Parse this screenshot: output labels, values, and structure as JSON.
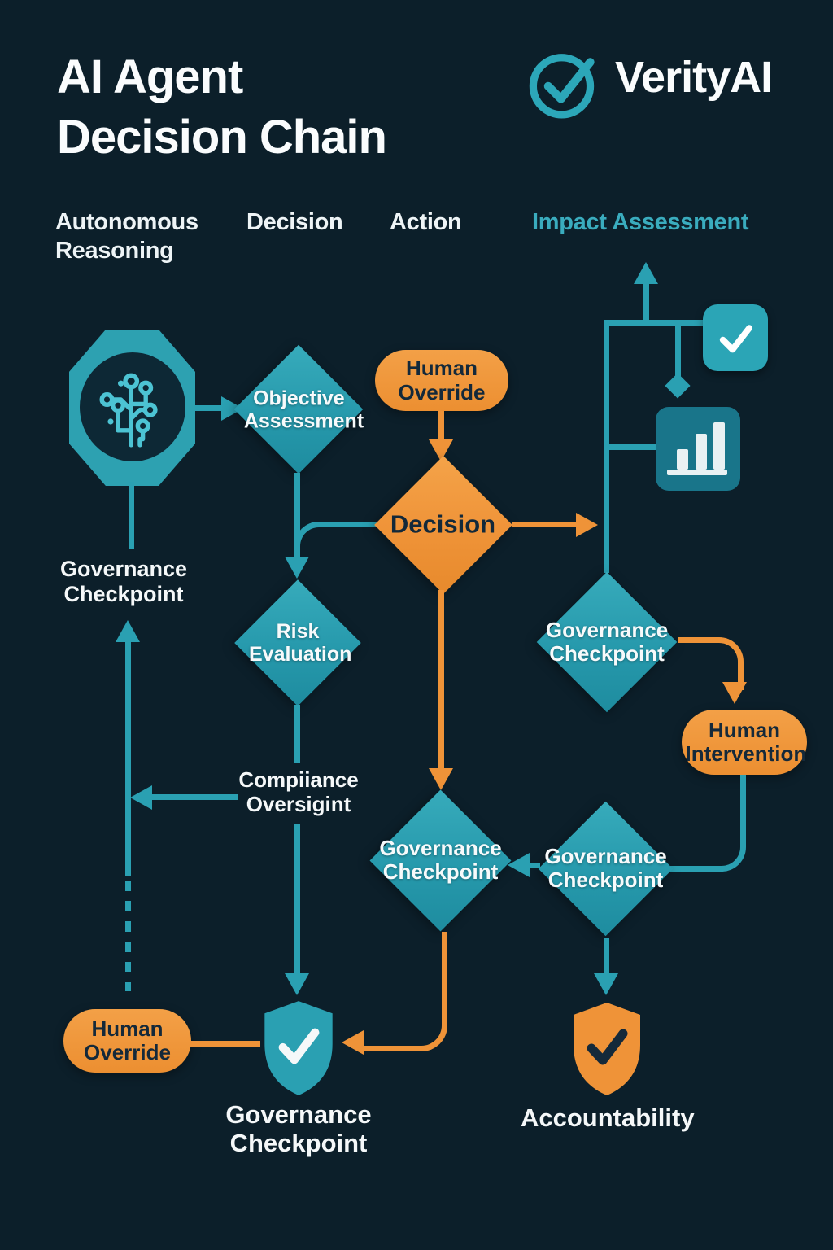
{
  "title": {
    "line1": "AI Agent",
    "line2": "Decision Chain"
  },
  "brand": {
    "name": "VerityAI"
  },
  "columns": {
    "autonomous": "Autonomous Reasoning",
    "decision": "Decision",
    "action": "Action",
    "impact": "Impact Assessment"
  },
  "nodes": {
    "objective_assessment": {
      "label": "Objective Assessment",
      "shape": "diamond",
      "color": "teal"
    },
    "human_override_top": {
      "label": "Human Override",
      "shape": "pill",
      "color": "orange"
    },
    "decision": {
      "label": "Decision",
      "shape": "diamond",
      "color": "orange"
    },
    "risk_evaluation": {
      "label": "Risk Evaluation",
      "shape": "diamond",
      "color": "teal"
    },
    "governance_checkpoint_left": {
      "label": "Governance Checkpoint",
      "shape": "text"
    },
    "compliance_oversight": {
      "label": "Compiiance Oversigint",
      "shape": "text"
    },
    "governance_checkpoint_right": {
      "label": "Governance Checkpoint",
      "shape": "diamond",
      "color": "teal"
    },
    "human_intervention": {
      "label": "Human Intervention",
      "shape": "pill",
      "color": "orange"
    },
    "governance_checkpoint_center": {
      "label": "Governance Checkpoint",
      "shape": "diamond",
      "color": "teal"
    },
    "governance_checkpoint_lower_right": {
      "label": "Governance Checkpoint",
      "shape": "diamond",
      "color": "teal"
    },
    "human_override_bottom": {
      "label": "Human Override",
      "shape": "pill",
      "color": "orange"
    },
    "governance_checkpoint_shield": {
      "label": "Governance Checkpoint",
      "shape": "shield-check",
      "color": "teal"
    },
    "accountability": {
      "label": "Accountability",
      "shape": "shield-check",
      "color": "orange"
    }
  },
  "icons": {
    "brand": "check-circle-icon",
    "ai_core": "circuit-brain-icon",
    "approval": "check-square-icon",
    "metrics": "bar-chart-icon",
    "governance_shield": "shield-check-icon",
    "accountability_shield": "shield-check-icon"
  },
  "edges": [
    {
      "from": "ai_core",
      "to": "objective_assessment",
      "color": "teal"
    },
    {
      "from": "objective_assessment",
      "to": "risk_evaluation",
      "color": "teal"
    },
    {
      "from": "human_override_top",
      "to": "decision",
      "color": "orange"
    },
    {
      "from": "decision",
      "to": "risk_evaluation",
      "color": "teal"
    },
    {
      "from": "decision",
      "to": "impact_branch",
      "color": "orange"
    },
    {
      "from": "decision",
      "to": "governance_checkpoint_center",
      "color": "orange"
    },
    {
      "from": "impact_branch",
      "to": "check_square_and_bar_chart_and_up",
      "color": "teal"
    },
    {
      "from": "impact_branch",
      "to": "governance_checkpoint_right",
      "color": "teal"
    },
    {
      "from": "governance_checkpoint_right",
      "to": "human_intervention",
      "color": "orange"
    },
    {
      "from": "human_intervention",
      "to": "governance_checkpoint_lower_right",
      "color": "teal"
    },
    {
      "from": "governance_checkpoint_lower_right",
      "to": "governance_checkpoint_center",
      "color": "teal"
    },
    {
      "from": "governance_checkpoint_lower_right",
      "to": "accountability",
      "color": "teal"
    },
    {
      "from": "governance_checkpoint_center",
      "to": "governance_checkpoint_shield",
      "color": "orange"
    },
    {
      "from": "human_override_bottom",
      "to": "governance_checkpoint_shield",
      "color": "orange"
    },
    {
      "from": "risk_evaluation",
      "to": "governance_checkpoint_shield",
      "color": "teal"
    },
    {
      "from": "compliance_oversight",
      "to": "governance_checkpoint_left_line",
      "color": "teal"
    },
    {
      "from": "human_override_bottom",
      "to": "ai_core_feedback_up",
      "color": "teal",
      "style": "dashed"
    }
  ],
  "colors": {
    "background": "#0c1f2a",
    "teal": "#2aa0b2",
    "teal_dark": "#19758a",
    "teal_header": "#3aacbe",
    "orange": "#ef9338",
    "text_light": "#f5f8f9",
    "text_dark": "#14293a"
  }
}
